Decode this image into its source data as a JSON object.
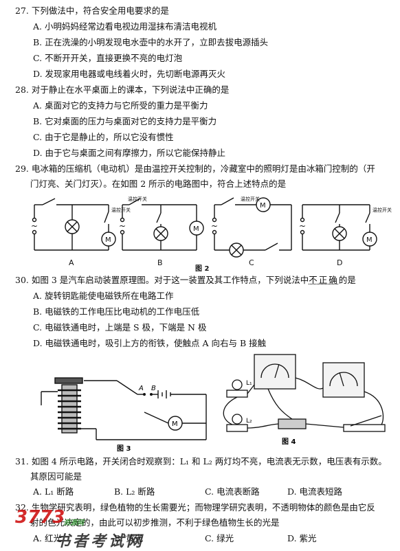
{
  "q27": {
    "stem": "27. 下列做法中，符合安全用电要求的是",
    "A": "A. 小明妈妈经常边看电视边用湿抹布清洁电视机",
    "B": "B. 正在洗澡的小明发现电水壶中的水开了，立即去拔电源插头",
    "C": "C. 不断开开关，直接更换不亮的电灯泡",
    "D": "D. 发现家用电器或电线着火时，先切断电源再灭火"
  },
  "q28": {
    "stem": "28. 对于静止在水平桌面上的课本，下列说法中正确的是",
    "A": "A. 桌面对它的支持力与它所受的重力是平衡力",
    "B": "B. 它对桌面的压力与桌面对它的支持力是平衡力",
    "C": "C. 由于它是静止的，所以它没有惯性",
    "D": "D. 由于它与桌面之间有摩擦力，所以它能保持静止"
  },
  "q29": {
    "stem1": "29. 电冰箱的压缩机（电动机）是由温控开关控制的，冷藏室中的照明灯是由冰箱门控制的（开",
    "stem2": "门灯亮、关门灯灭）。在如图 2 所示的电路图中，符合上述特点的是",
    "fig_caption": "图 2",
    "circuit_labels": [
      "A",
      "B",
      "C",
      "D"
    ],
    "switch_label": "温控开关",
    "motor": "M"
  },
  "q30": {
    "stem_a": "30. 如图 3 是汽车启动装置原理图。对于这一装置及其工作特点，下列说法中",
    "stem_b": "不正确",
    "stem_c": "的是",
    "A": "A. 旋转钥匙能使电磁铁所在电路工作",
    "B": "B. 电磁铁的工作电压比电动机的工作电压低",
    "C": "C. 电磁铁通电时，上端是 S 极，下端是 N 极",
    "D": "D. 电磁铁通电时，吸引上方的衔铁，使触点 A 向右与 B 接触",
    "fig3": "图 3",
    "fig4": "图 4",
    "contact_A": "A",
    "contact_B": "B",
    "lamp1": "L₁",
    "lamp2": "L₂"
  },
  "q31": {
    "stem1": "31. 如图 4 所示电路，开关闭合时观察到：L₁ 和 L₂ 两灯均不亮，电流表无示数，电压表有示数。",
    "stem2": "其原因可能是",
    "A": "A. L₁ 断路",
    "B": "B. L₂ 断路",
    "C": "C. 电流表断路",
    "D": "D. 电流表短路"
  },
  "q32": {
    "stem1": "32. 生物学研究表明，绿色植物的生长需要光；而物理学研究表明，不透明物体的颜色是由它反",
    "stem2": "射的色光决定的，由此可以初步推测，不利于绿色植物生长的光是",
    "A": "A. 红光",
    "B": "B. 黄光",
    "C": "C. 绿光",
    "D": "D. 紫光"
  },
  "watermark": {
    "logo": "3773",
    "site": "资源网",
    "name": "书者考试网"
  }
}
